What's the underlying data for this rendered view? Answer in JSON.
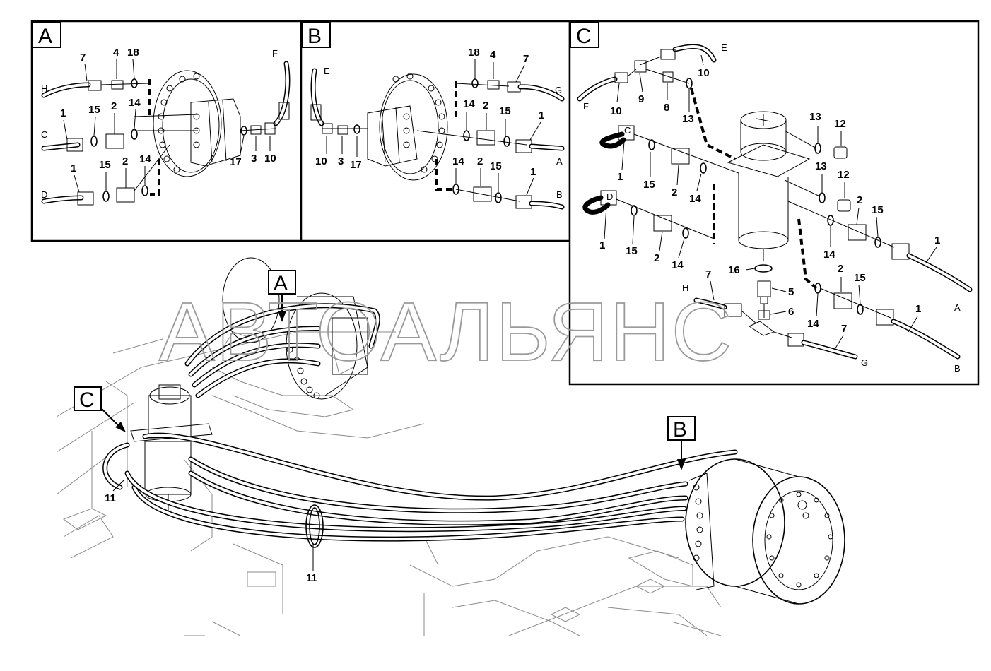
{
  "panels": {
    "a": {
      "letter": "A"
    },
    "b": {
      "letter": "B"
    },
    "c": {
      "letter": "C"
    }
  },
  "callouts": {
    "a": "A",
    "b": "B",
    "c": "C"
  },
  "watermark": "АВТОАЛЬЯНС",
  "pa": {
    "n7": "7",
    "n4": "4",
    "n18": "18",
    "nH": "H",
    "n1a": "1",
    "n15a": "15",
    "n2a": "2",
    "n14a": "14",
    "nC": "C",
    "n1b": "1",
    "n15b": "15",
    "n2b": "2",
    "n14b": "14",
    "nD": "D",
    "nF": "F",
    "n17": "17",
    "n3": "3",
    "n10": "10"
  },
  "pb": {
    "n18": "18",
    "n4": "4",
    "n7": "7",
    "nG": "G",
    "nE": "E",
    "n14a": "14",
    "n2a": "2",
    "n15a": "15",
    "n1a": "1",
    "nA": "A",
    "n10": "10",
    "n3": "3",
    "n17": "17",
    "n14b": "14",
    "n2b": "2",
    "n15b": "15",
    "n1b": "1",
    "nB": "B"
  },
  "pc": {
    "nE": "E",
    "n10a": "10",
    "nF": "F",
    "n10b": "10",
    "n9": "9",
    "n8": "8",
    "n13a": "13",
    "n13b": "13",
    "n12a": "12",
    "n13c": "13",
    "n12b": "12",
    "nC": "C",
    "n1a": "1",
    "n15a": "15",
    "n2a": "2",
    "n14a": "14",
    "nD": "D",
    "n1b": "1",
    "n15b": "15",
    "n2b": "2",
    "n14b": "14",
    "n2c": "2",
    "n15c": "15",
    "n1c": "1",
    "nA": "A",
    "n14c": "14",
    "n16": "16",
    "n5": "5",
    "n6": "6",
    "n7a": "7",
    "nH": "H",
    "n2d": "2",
    "n15d": "15",
    "n1d": "1",
    "nB": "B",
    "n14d": "14",
    "n7b": "7",
    "nG": "G"
  },
  "main": {
    "n11a": "11",
    "n11b": "11"
  }
}
